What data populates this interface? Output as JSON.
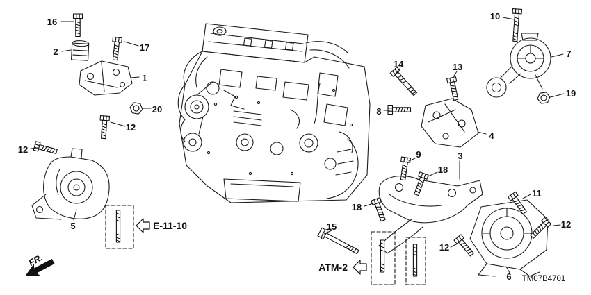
{
  "page": {
    "background": "#ffffff",
    "line_color": "#1a1a1a"
  },
  "labels": {
    "part_code": "TM07B4701",
    "front_marker": "FR.",
    "ref_e11": "E-11-10",
    "ref_atm": "ATM-2"
  },
  "callouts": {
    "n1": "1",
    "n2": "2",
    "n3": "3",
    "n4": "4",
    "n5": "5",
    "n6": "6",
    "n7": "7",
    "n8": "8",
    "n9": "9",
    "n10": "10",
    "n11": "11",
    "n12": "12",
    "n13": "13",
    "n14": "14",
    "n15": "15",
    "n16": "16",
    "n17": "17",
    "n18": "18",
    "n19": "19",
    "n20": "20"
  }
}
